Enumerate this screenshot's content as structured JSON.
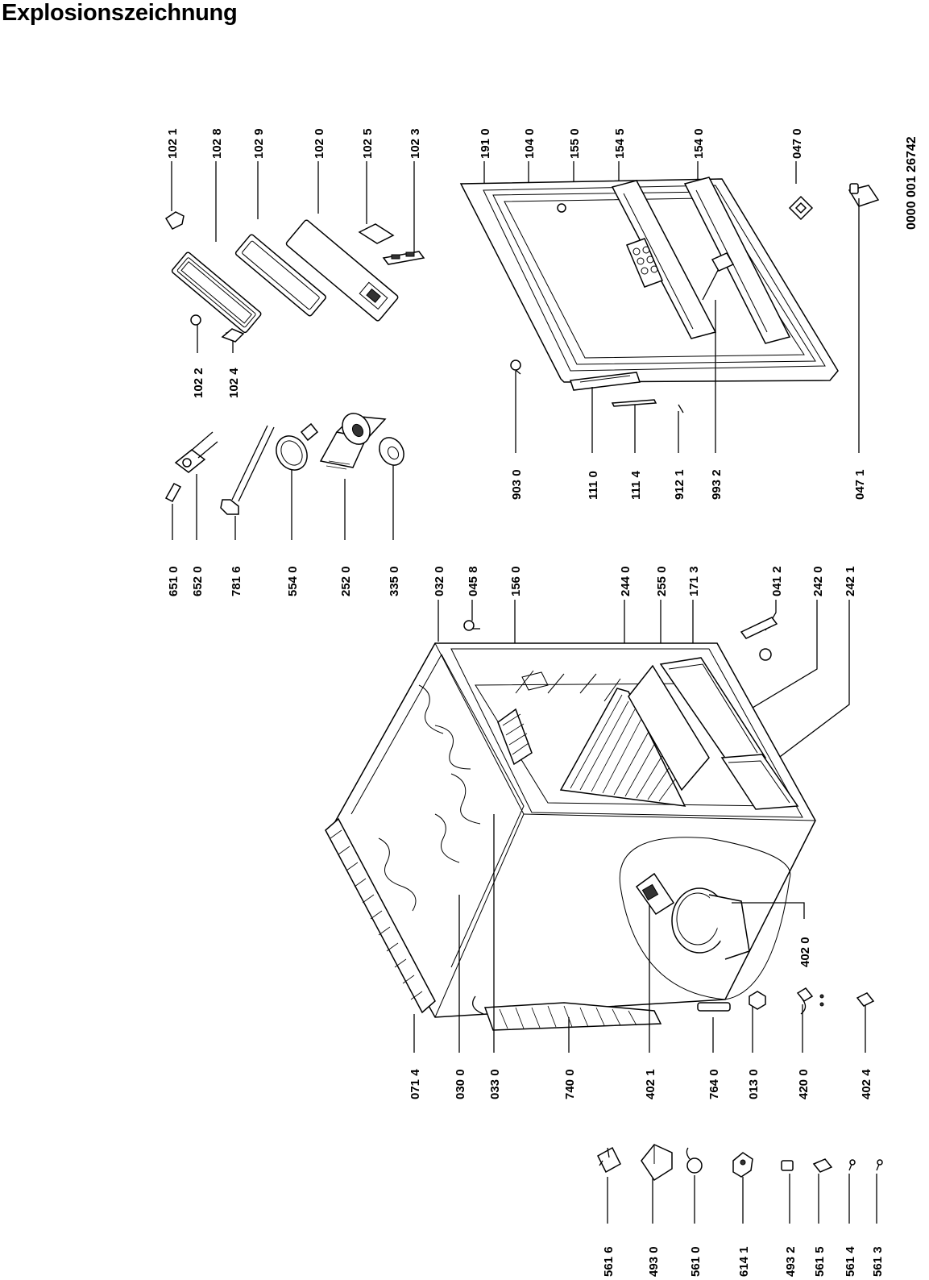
{
  "title": "Explosionszeichnung",
  "doc_number": "0000 001 26742",
  "labels": {
    "l1021": "102 1",
    "l1028": "102 8",
    "l1029": "102 9",
    "l1020": "102 0",
    "l1025": "102 5",
    "l1023": "102 3",
    "l1910": "191 0",
    "l1040": "104 0",
    "l1550": "155 0",
    "l1545": "154 5",
    "l1540": "154 0",
    "l0470": "047 0",
    "l1022": "102 2",
    "l1024": "102 4",
    "l6510": "651 0",
    "l6520": "652 0",
    "l7816": "781 6",
    "l5540": "554 0",
    "l2520": "252 0",
    "l3350": "335 0",
    "l0320": "032 0",
    "l0458": "045 8",
    "l1560": "156 0",
    "l2440": "244 0",
    "l2550": "255 0",
    "l1713": "171 3",
    "l0412": "041 2",
    "l2420": "242 0",
    "l2421": "242 1",
    "l9030": "903 0",
    "l1110": "111 0",
    "l1114": "111 4",
    "l9121": "912 1",
    "l9932": "993 2",
    "l0471": "047 1",
    "l0714": "071 4",
    "l0300": "030 0",
    "l0330": "033 0",
    "l7400": "740 0",
    "l4021": "402 1",
    "l7640": "764 0",
    "l0130": "013 0",
    "l4200": "420 0",
    "l4024": "402 4",
    "l4020": "402 0",
    "l5616": "561 6",
    "l4930": "493 0",
    "l5610": "561 0",
    "l6141": "614 1",
    "l4932": "493 2",
    "l5615": "561 5",
    "l5614": "561 4",
    "l5613": "561 3"
  }
}
